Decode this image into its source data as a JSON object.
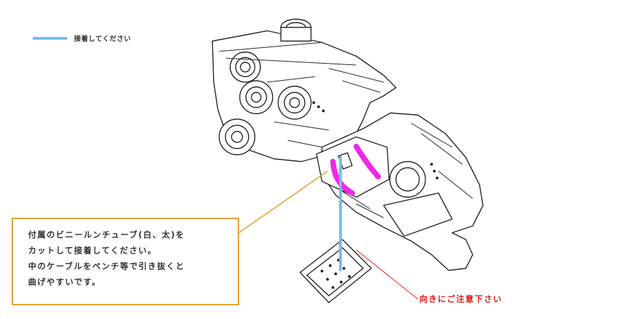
{
  "legend": {
    "label": "接着してください",
    "line_color": "#6cc2e8"
  },
  "note": {
    "lines": [
      "付属のビニールンチューブ(白、太)を",
      "カットして接着してください。",
      "中のケーブルをペンチ等で引き抜くと",
      "曲げやすいです。"
    ],
    "border_color": "#e0a02e"
  },
  "warning": {
    "label": "向きにご注意下さい",
    "color": "#e01818"
  },
  "colors": {
    "tube_highlight": "#ee28e6",
    "leader_orange": "#e0a02e",
    "glue_line": "#6cc2e8"
  }
}
